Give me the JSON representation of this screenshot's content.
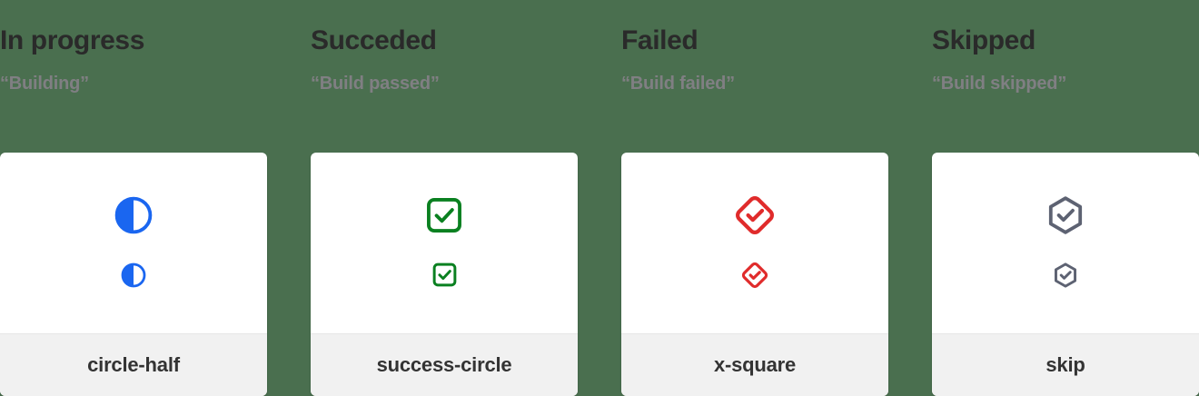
{
  "page": {
    "background_color": "#4a6f4f",
    "card_background": "#ffffff",
    "footer_background": "#f1f1f1"
  },
  "columns": [
    {
      "title": "In progress",
      "subtitle": "“Building”",
      "icon_name": "circle-half-icon",
      "icon_label": "circle-half",
      "icon_color": "#1a66f0",
      "title_color": "#2a2a2a",
      "subtitle_color": "#807f83"
    },
    {
      "title": "Succeded",
      "subtitle": "“Build passed”",
      "icon_name": "success-circle-icon",
      "icon_label": "success-circle",
      "icon_color": "#0a8020",
      "title_color": "#2a2a2a",
      "subtitle_color": "#807f83"
    },
    {
      "title": "Failed",
      "subtitle": "“Build failed”",
      "icon_name": "x-square-icon",
      "icon_label": "x-square",
      "icon_color": "#e02b2b",
      "title_color": "#2a2a2a",
      "subtitle_color": "#807f83"
    },
    {
      "title": "Skipped",
      "subtitle": "“Build skipped”",
      "icon_name": "skip-icon",
      "icon_label": "skip",
      "icon_color": "#5d6272",
      "title_color": "#2a2a2a",
      "subtitle_color": "#807f83"
    }
  ]
}
